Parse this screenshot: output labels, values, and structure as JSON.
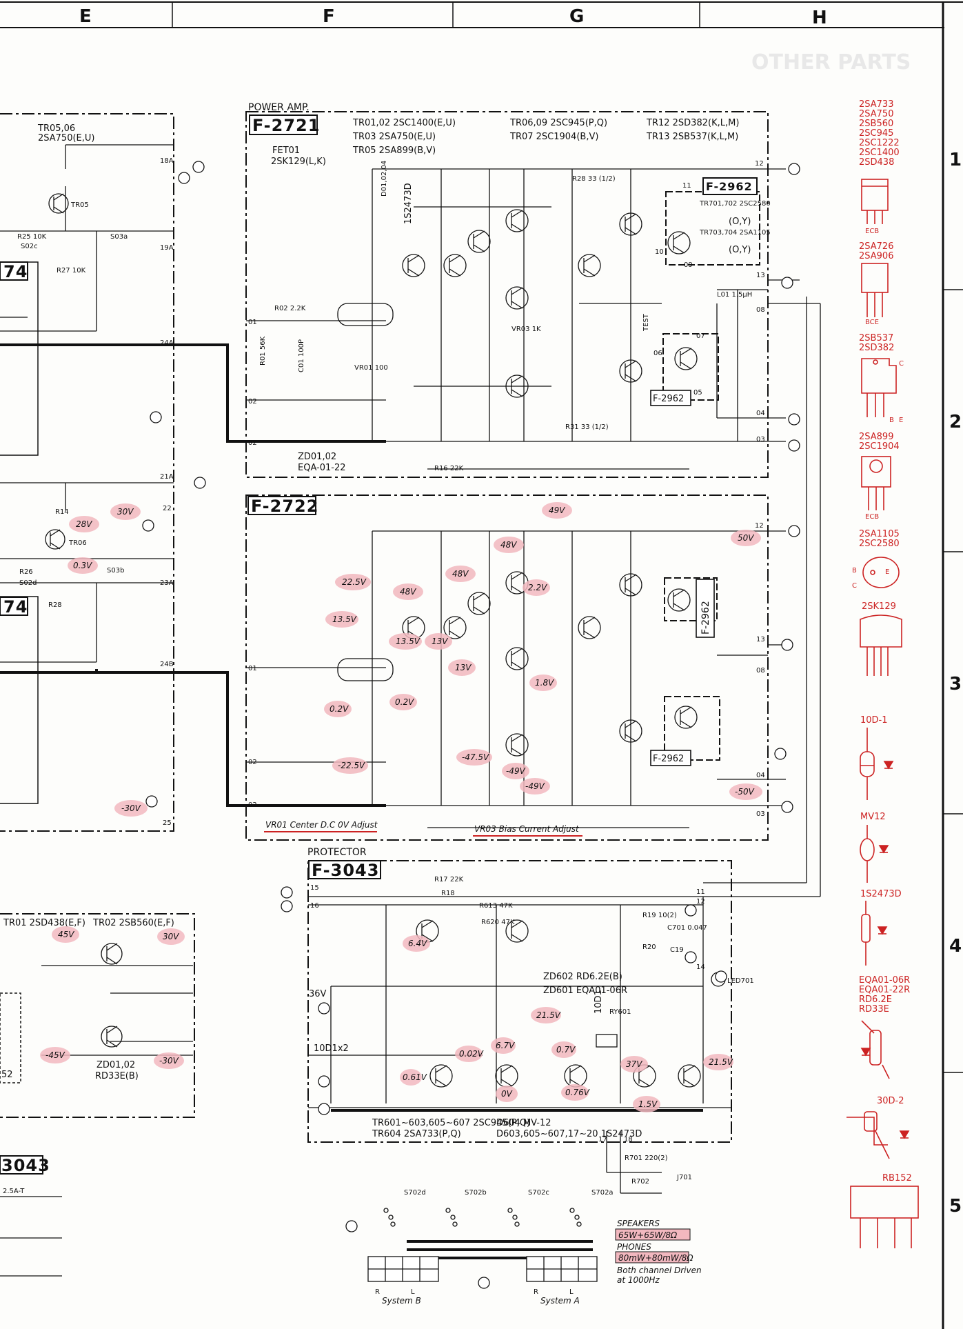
{
  "grid": {
    "columns": [
      "E",
      "F",
      "G",
      "H"
    ],
    "rows": [
      "1",
      "2",
      "3",
      "4",
      "5"
    ]
  },
  "boards": {
    "power_amp_label": "POWER AMP.",
    "f2721": "F-2721",
    "f2722": "F-2722",
    "f2962": "F-2962",
    "f2962_b": "F-2962",
    "f2962_c": "F-2962",
    "f2962_d": "F-2962",
    "protector_label": "PROTECTOR",
    "f3043": "F-3043",
    "left_74_a": "74",
    "left_74_b": "74",
    "left_3043": "3043",
    "left_52": "52"
  },
  "f2721_parts": {
    "tr0102": "TR01,02 2SC1400(E,U)",
    "tr03": "TR03 2SA750(E,U)",
    "tr05": "TR05 2SA899(B,V)",
    "tr0609": "TR06,09 2SC945(P,Q)",
    "tr07": "TR07 2SC1904(B,V)",
    "tr12": "TR12 2SD382(K,L,M)",
    "tr13": "TR13 2SB537(K,L,M)",
    "fet01": "FET01",
    "fet01_type": "2SK129(L,K)",
    "d01": "D01,02,04",
    "d01_type": "1S2473D",
    "zd": "ZD01,02",
    "zd_type": "EQA-01-22",
    "tr701": "TR701,702 2SC2580",
    "tr701_rank": "(O,Y)",
    "tr703": "TR703,704 2SA1105",
    "tr703_rank": "(O,Y)",
    "r16": "R16 22K",
    "r31": "R31 33 (1/2)",
    "r28": "R28 33 (1/2)",
    "r02": "R02 2.2K",
    "l01": "L01 1.5μH",
    "test": "TEST",
    "vr03": "VR03 1K",
    "vr01": "VR01 100",
    "r01": "R01 56K",
    "c01": "C01 100P"
  },
  "left_parts": {
    "tr0506": "TR05,06",
    "tr0506_type": "2SA750(E,U)",
    "tr05": "TR05",
    "tr06": "TR06",
    "s03a": "S03a",
    "s02c": "S02c",
    "s03b": "S03b",
    "s02d": "S02d",
    "r25": "R25 10K",
    "r26": "R26",
    "r14": "R14",
    "r28": "R28",
    "r27": "R27 10K"
  },
  "nodes": {
    "n18a": "18A",
    "n19a": "19A",
    "n24a": "24A",
    "n21a": "21A",
    "n22": "22",
    "n23a": "23A",
    "n24b": "24B",
    "n25": "25",
    "n01": "01",
    "n02": "02",
    "n02b": "02",
    "n12": "12",
    "n11": "11",
    "n13": "13",
    "n08": "08",
    "n04": "04",
    "n03": "03",
    "n05": "05",
    "n06": "06",
    "n07": "07",
    "n09": "09",
    "n10": "10",
    "n01b": "01",
    "n02c": "02",
    "n02d": "02",
    "n12b": "12",
    "n13b": "13",
    "n08b": "08",
    "n04b": "04",
    "n03b": "03",
    "n15": "15",
    "n16": "16",
    "n17": "17",
    "n18": "18",
    "n14": "14",
    "n36v": "36V"
  },
  "voltages": {
    "v28": "28V",
    "v30": "30V",
    "v03": "0.3V",
    "vm30": "-30V",
    "v49": "49V",
    "v50": "50V",
    "v48a": "48V",
    "v48b": "48V",
    "v48c": "48V",
    "v225": "22.5V",
    "v22": "2.2V",
    "v135a": "13.5V",
    "v135b": "13.5V",
    "v13a": "13V",
    "v13b": "13V",
    "v18": "1.8V",
    "v02a": "0.2V",
    "v02b": "0.2V",
    "vm225": "-22.5V",
    "vm475": "-47.5V",
    "vm49a": "-49V",
    "vm49b": "-49V",
    "vm50": "-50V",
    "v45": "45V",
    "v30b": "30V",
    "vm45": "-45V",
    "vm30b": "-30V",
    "v64": "6.4V",
    "v215a": "21.5V",
    "v215b": "21.5V",
    "v002": "0.02V",
    "v67": "6.7V",
    "v07": "0.7V",
    "v37": "37V",
    "v061": "0.61V",
    "v0v": "0V",
    "v076": "0.76V",
    "v15": "1.5V"
  },
  "adjust_notes": {
    "vr01": "VR01 Center D.C 0V Adjust",
    "vr03": "VR03 Bias Current Adjust"
  },
  "protector_parts": {
    "rd62": "ZD602 RD6.2E(B)",
    "eqa": "ZD601 EQA01-06R",
    "tr601": "TR601~603,605~607 2SC945(P,Q)",
    "tr604": "TR604 2SA733(P,Q)",
    "mv12": "D604 MV-12",
    "d603": "D603,605~607,17~20 1S2473D",
    "iod1": "10D1",
    "iod1x2": "10D1x2",
    "led701": "LED701",
    "ry601": "RY601",
    "j701": "J701",
    "r701": "R701 220(2)",
    "r702": "R702",
    "r17": "R17 22K",
    "r18": "R18",
    "r613": "R613 47K",
    "r620": "R620 47K",
    "c701": "C701 0.047",
    "r19": "R19 10(2)",
    "r20": "R20",
    "c19": "C19"
  },
  "left_protector": {
    "tr01": "TR01 2SD438(E,F)",
    "tr02": "TR02 2SB560(E,F)",
    "zd": "ZD01,02",
    "zd_type": "RD33E(B)",
    "fuse": "2.5A-T"
  },
  "speakers": {
    "s702d": "S702d",
    "s702b": "S702b",
    "s702c": "S702c",
    "s702a": "S702a",
    "label": "SPEAKERS",
    "spk_rating": "65W+65W/8Ω",
    "phones": "PHONES",
    "phones_rating": "80mW+80mW/8Ω",
    "note1": "Both channel Driven",
    "note2": "at 1000Hz",
    "sys_b": "System B",
    "sys_a": "System A",
    "r": "R",
    "l": "L",
    "r2": "R",
    "l2": "L"
  },
  "legend": [
    {
      "names": [
        "2SA733",
        "2SA750",
        "2SB560",
        "2SC945",
        "2SC1222",
        "2SC1400",
        "2SD438"
      ],
      "pins": "ECB"
    },
    {
      "names": [
        "2SA726",
        "2SA906"
      ],
      "pins": "BCE"
    },
    {
      "names": [
        "2SB537",
        "2SD382"
      ],
      "pins": "BCE"
    },
    {
      "names": [
        "2SA899",
        "2SC1904"
      ],
      "pins": "ECB"
    },
    {
      "names": [
        "2SA1105",
        "2SC2580"
      ],
      "pins": "BEC"
    },
    {
      "names": [
        "2SK129"
      ],
      "pins": ""
    },
    {
      "names": [
        "10D-1"
      ],
      "pins": ""
    },
    {
      "names": [
        "MV12"
      ],
      "pins": ""
    },
    {
      "names": [
        "1S2473D"
      ],
      "pins": ""
    },
    {
      "names": [
        "EQA01-06R",
        "EQA01-22R",
        "RD6.2E",
        "RD33E"
      ],
      "pins": ""
    },
    {
      "names": [
        "30D-2"
      ],
      "pins": ""
    },
    {
      "names": [
        "RB152"
      ],
      "pins": ""
    }
  ],
  "legend_labels": {
    "l0": "2SA733",
    "l1": "2SA750",
    "l2": "2SB560",
    "l3": "2SC945",
    "l4": "2SC1222",
    "l5": "2SC1400",
    "l6": "2SD438",
    "l7": "2SA726",
    "l8": "2SA906",
    "l9": "2SB537",
    "l10": "2SD382",
    "l11": "2SA899",
    "l12": "2SC1904",
    "l13": "2SA1105",
    "l14": "2SC2580",
    "l15": "2SK129",
    "l16": "10D-1",
    "l17": "MV12",
    "l18": "1S2473D",
    "l19": "EQA01-06R",
    "l20": "EQA01-22R",
    "l21": "RD6.2E",
    "l22": "RD33E",
    "l23": "30D-2",
    "l24": "RB152",
    "pin_ecb": "ECB",
    "pin_bce": "BCE",
    "pin_b": "B",
    "pin_e": "E",
    "pin_c": "C",
    "pin_ecb2": "ECB",
    "pin_bec_b": "B",
    "pin_bec_e": "E",
    "pin_bec_c": "C"
  },
  "bg_text": {
    "other_parts": "OTHER PARTS"
  },
  "colors": {
    "ink": "#111111",
    "legend_red": "#cc2222",
    "highlight_pink": "#f2b8bf",
    "paper": "#fdfdfb"
  }
}
